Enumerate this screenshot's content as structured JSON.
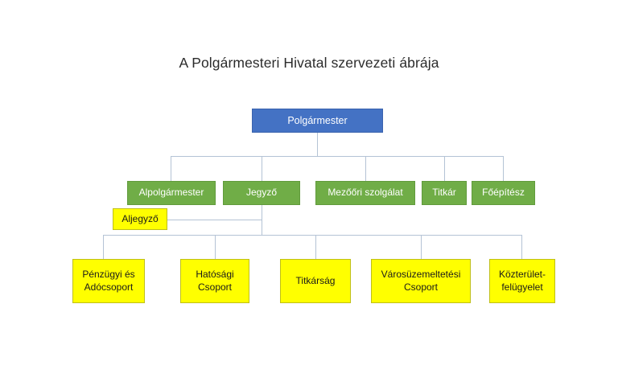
{
  "chart_data": {
    "type": "diagram",
    "diagram_kind": "organizational-chart",
    "title": "A Polgármesteri Hivatal szervezeti ábrája",
    "language": "hu",
    "colors": {
      "root_fill": "#4472C4",
      "root_text": "#FFFFFF",
      "level2_fill": "#70AD47",
      "level2_text": "#FFFFFF",
      "level3_fill": "#FFFF00",
      "level3_text": "#1A1A1A",
      "connector": "#B4C3D5",
      "background": "#FFFFFF",
      "title_text": "#2B2B2B"
    },
    "levels": [
      {
        "level": 1,
        "style": "blue",
        "nodes": [
          {
            "id": "polgarmester",
            "label": "Polgármester"
          }
        ]
      },
      {
        "level": 2,
        "style": "green",
        "parent": "polgarmester",
        "nodes": [
          {
            "id": "alpolgarmester",
            "label": "Alpolgármester"
          },
          {
            "id": "jegyzo",
            "label": "Jegyző"
          },
          {
            "id": "mezoori",
            "label": "Mezőőri szolgálat"
          },
          {
            "id": "titkar",
            "label": "Titkár"
          },
          {
            "id": "foepitesz",
            "label": "Főépítész"
          }
        ]
      },
      {
        "level": 3,
        "style": "yellow",
        "parent": "jegyzo",
        "nodes": [
          {
            "id": "aljegyzo",
            "label": "Aljegyző"
          }
        ]
      },
      {
        "level": 4,
        "style": "yellow",
        "parent": "jegyzo",
        "nodes": [
          {
            "id": "penzugyi",
            "label": "Pénzügyi és Adócsoport"
          },
          {
            "id": "hatosagi",
            "label": "Hatósági Csoport"
          },
          {
            "id": "titkarsag",
            "label": "Titkárság"
          },
          {
            "id": "varosuzemeltetesi",
            "label": "Városüzemeltetési Csoport"
          },
          {
            "id": "kozterulet",
            "label": "Közterület-felügyelet"
          }
        ]
      }
    ]
  }
}
